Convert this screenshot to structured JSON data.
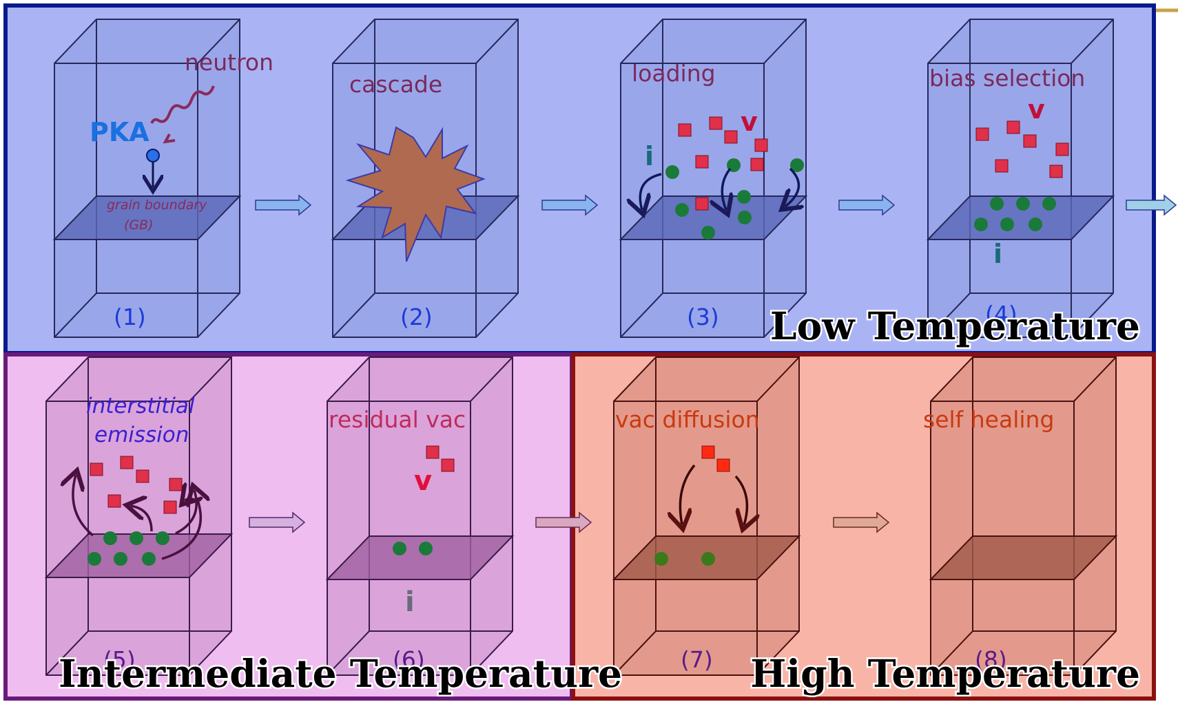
{
  "region_labels": {
    "low": "Low Temperature",
    "intermediate": "Intermediate Temperature",
    "high": "High Temperature"
  },
  "panels": [
    {
      "number": "(1)",
      "title": "neutron",
      "extra": [
        "PKA",
        "grain boundary",
        "(GB)"
      ]
    },
    {
      "number": "(2)",
      "title": "cascade"
    },
    {
      "number": "(3)",
      "title": "loading",
      "extra": [
        "v",
        "i"
      ]
    },
    {
      "number": "(4)",
      "title": "bias selection",
      "extra": [
        "v",
        "i"
      ]
    },
    {
      "number": "(5)",
      "title": "interstitial",
      "title2": "emission"
    },
    {
      "number": "(6)",
      "title": "residual vac",
      "extra": [
        "v",
        "i"
      ]
    },
    {
      "number": "(7)",
      "title": "vac diffusion"
    },
    {
      "number": "(8)",
      "title": "self healing"
    }
  ],
  "colors": {
    "low_bg": "#aab4f5",
    "low_border": "#0a1a8c",
    "intermediate_bg": "#f0bdf0",
    "intermediate_border": "#6a1a7a",
    "high_bg": "#f9b4a8",
    "high_border": "#8c1010",
    "vacancy": "#e0304a",
    "interstitial": "#1a7a3a",
    "cascade": "#b06a50",
    "pka": "#1a70e0"
  }
}
